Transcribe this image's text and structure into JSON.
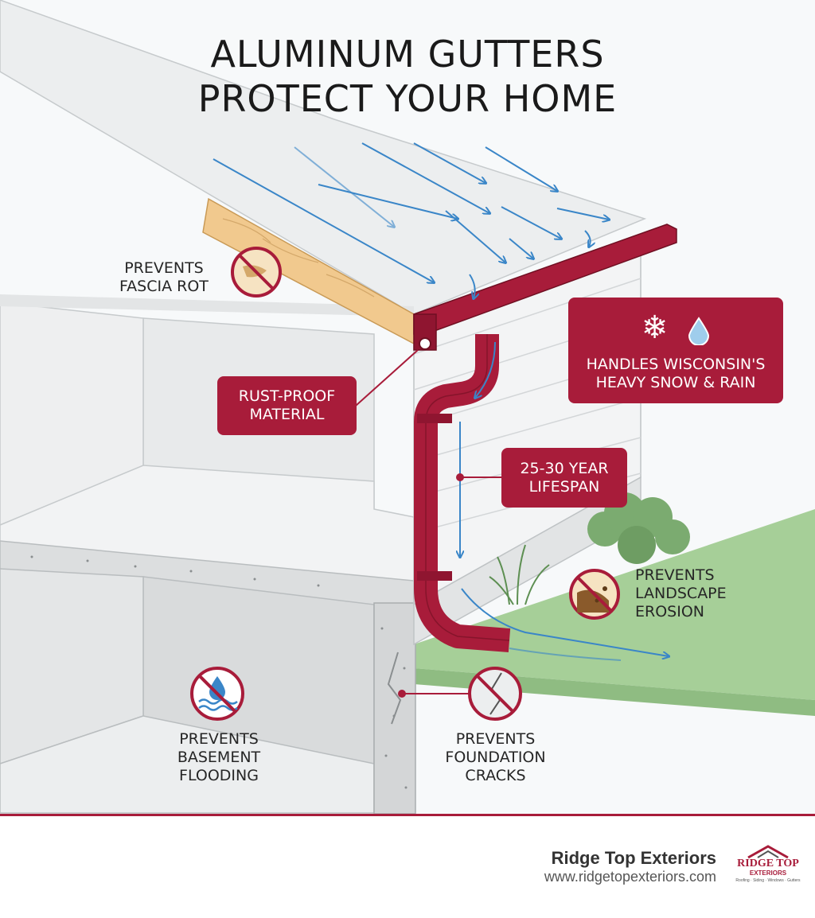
{
  "title": {
    "line1": "ALUMINUM GUTTERS",
    "line2": "PROTECT YOUR HOME"
  },
  "labels": {
    "fascia": {
      "line1": "PREVENTS",
      "line2": "FASCIA ROT"
    },
    "rust": {
      "line1": "RUST-PROOF",
      "line2": "MATERIAL"
    },
    "weather": {
      "line1": "HANDLES WISCONSIN'S",
      "line2": "HEAVY SNOW & RAIN"
    },
    "lifespan": {
      "line1": "25-30 YEAR",
      "line2": "LIFESPAN"
    },
    "landscape": {
      "line1": "PREVENTS",
      "line2": "LANDSCAPE",
      "line3": "EROSION"
    },
    "basement": {
      "line1": "PREVENTS",
      "line2": "BASEMENT",
      "line3": "FLOODING"
    },
    "foundation": {
      "line1": "PREVENTS",
      "line2": "FOUNDATION",
      "line3": "CRACKS"
    }
  },
  "footer": {
    "company": "Ridge Top Exteriors",
    "url": "www.ridgetopexteriors.com"
  },
  "logo": {
    "line1": "RIDGE TOP",
    "line2": "EXTERIORS",
    "line3": "Roofing · Siding · Windows · Gutters"
  },
  "icons": [
    "snowflake-icon",
    "water-drop-icon",
    "no-fascia-rot-icon",
    "no-flooding-icon",
    "no-crack-icon",
    "no-erosion-icon"
  ],
  "colors": {
    "accent": "#a81c3a",
    "water": "#3a86c8",
    "grass": "#a6cf98",
    "wood": "#f1c98e"
  }
}
